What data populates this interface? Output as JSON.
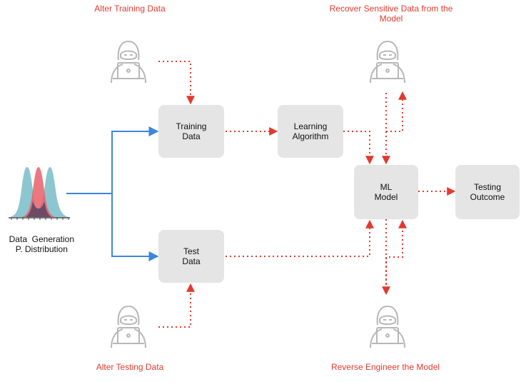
{
  "nodes": {
    "training_data": [
      "Training",
      "Data"
    ],
    "learning_algorithm": [
      "Learning",
      "Algorithm"
    ],
    "ml_model": [
      "ML",
      "Model"
    ],
    "testing_outcome": [
      "Testing",
      "Outcome"
    ],
    "test_data": [
      "Test",
      "Data"
    ]
  },
  "distribution_label": [
    "Data  Generation",
    "P. Distribution"
  ],
  "threats": {
    "alter_training": [
      "Alter Training",
      "Data"
    ],
    "recover_sensitive": [
      "Recover Sensitive Data",
      "from the Model"
    ],
    "alter_testing": [
      "Alter Testing",
      "Data"
    ],
    "reverse_engineer": [
      "Reverse Engineer",
      "the Model"
    ]
  },
  "colors": {
    "threat": "#e2392d",
    "flow": "#3b86e0",
    "node_fill": "#e5e5e5",
    "dist_teal": "#7fc1cc",
    "dist_red": "#e8606a",
    "dist_dark": "#4a3f5c",
    "hacker": "#b8b8b8"
  }
}
